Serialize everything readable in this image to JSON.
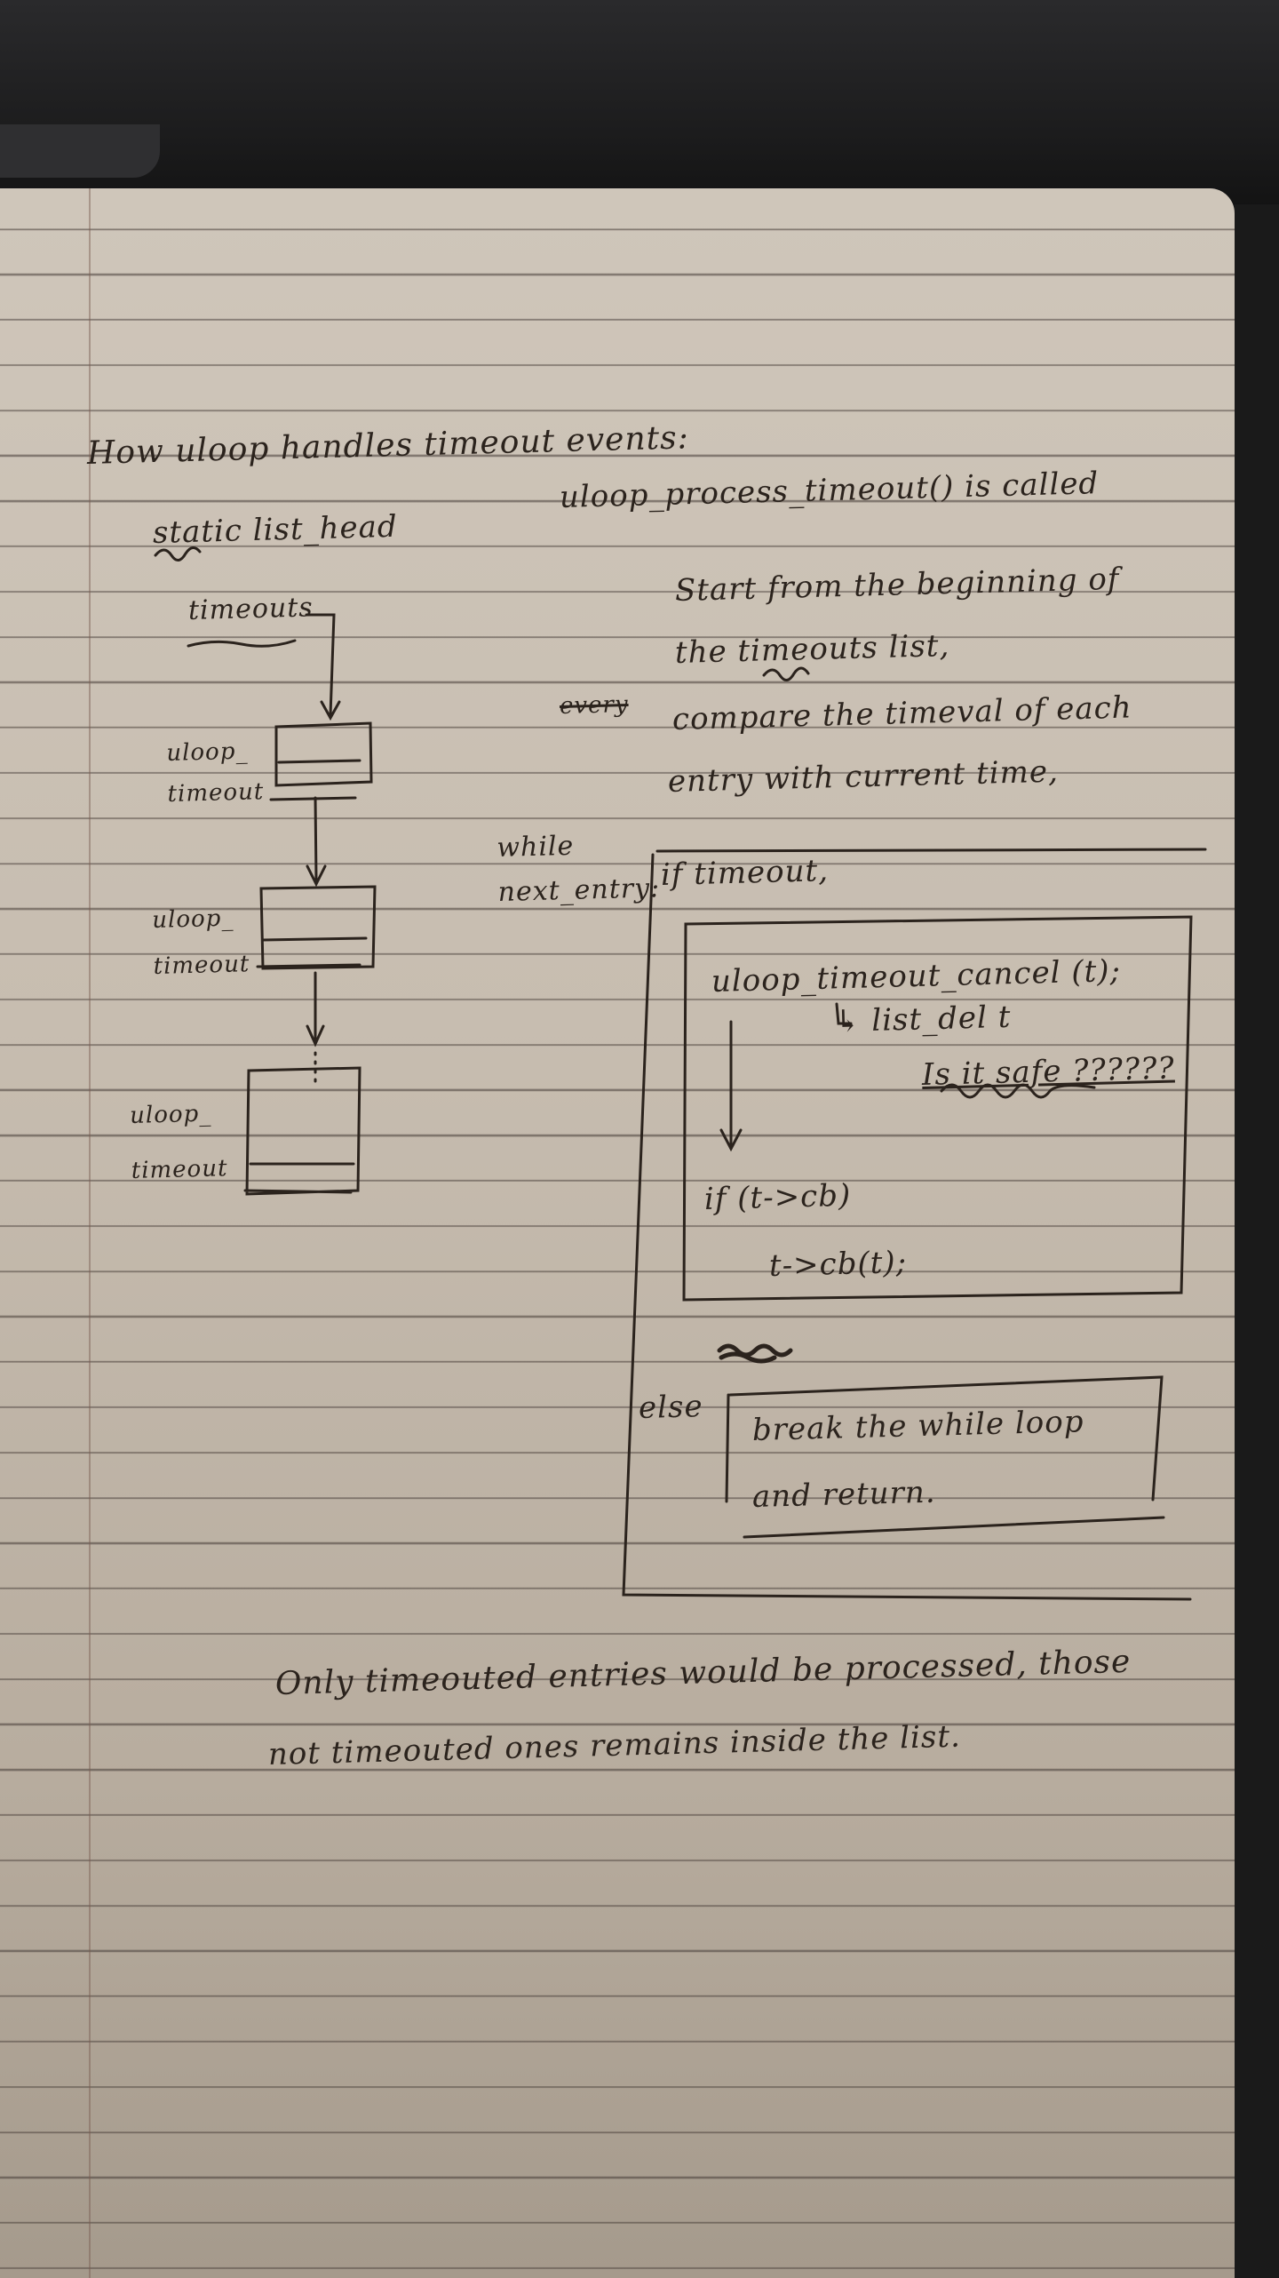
{
  "notebook": {
    "title": "How uloop handles timeout events:",
    "left_column": {
      "head_label": "static list_head",
      "head_name": "timeouts",
      "nodes": [
        "uloop_ timeout",
        "uloop_ timeout",
        "uloop_ timeout"
      ]
    },
    "right_column": {
      "intro": "uloop_process_timeout() is called",
      "steps": [
        "Start from the beginning of",
        "the timeouts list,",
        "compare the timeval of each",
        "entry with current time,"
      ],
      "struck_word": "every"
    },
    "loop": {
      "label": "while next_entry:",
      "condition": "if timeout,",
      "then_lines": [
        "uloop_timeout_cancel (t);",
        "↳ list_del t",
        "Is it safe ??????",
        "if (t->cb)",
        "t->cb(t);"
      ],
      "else_label": "else",
      "else_lines": [
        "break the while loop",
        "and return."
      ]
    },
    "conclusion": [
      "Only timeouted entries would be processed, those",
      "not timeouted ones remains inside the list."
    ],
    "ink_color": "#2b231d",
    "paper_color": "#c9bfb2"
  }
}
